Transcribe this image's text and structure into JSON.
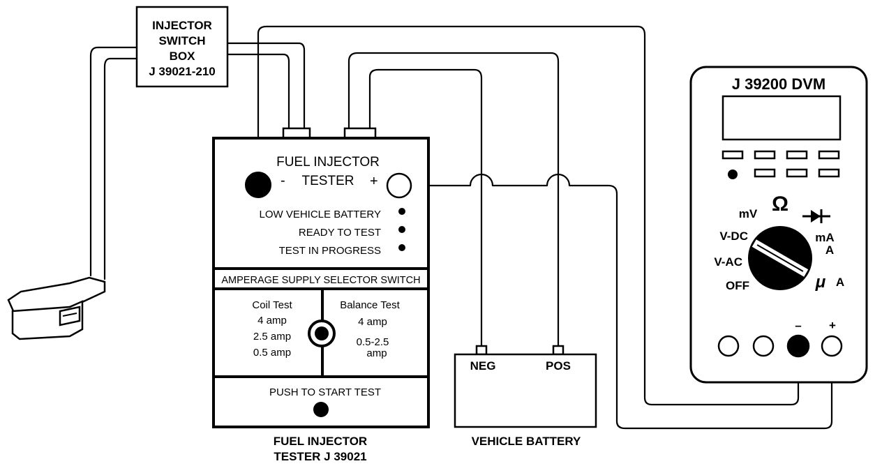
{
  "switch_box": {
    "line1": "INJECTOR",
    "line2": "SWITCH",
    "line3": "BOX",
    "line4": "J 39021-210"
  },
  "tester": {
    "title_line1": "FUEL INJECTOR",
    "title_line2": "TESTER",
    "minus": "-",
    "plus": "+",
    "indicator_low_battery": "LOW VEHICLE BATTERY",
    "indicator_ready": "READY TO TEST",
    "indicator_in_progress": "TEST IN PROGRESS",
    "selector_title": "AMPERAGE SUPPLY SELECTOR SWITCH",
    "coil_test": "Coil Test",
    "coil_4": "4 amp",
    "coil_25": "2.5 amp",
    "coil_05": "0.5 amp",
    "balance_test": "Balance Test",
    "balance_4": "4 amp",
    "balance_range": "0.5-2.5",
    "balance_unit": "amp",
    "push_label": "PUSH TO START TEST",
    "caption_line1": "FUEL INJECTOR",
    "caption_line2": "TESTER J 39021"
  },
  "battery": {
    "neg": "NEG",
    "pos": "POS",
    "caption": "VEHICLE BATTERY"
  },
  "dvm": {
    "title": "J 39200 DVM",
    "mv": "mV",
    "ohm": "Ω",
    "vdc": "V-DC",
    "vac": "V-AC",
    "off": "OFF",
    "ma": "mA",
    "a": "A",
    "mu": "μ",
    "ua": "A",
    "minus": "–",
    "plus": "+"
  }
}
